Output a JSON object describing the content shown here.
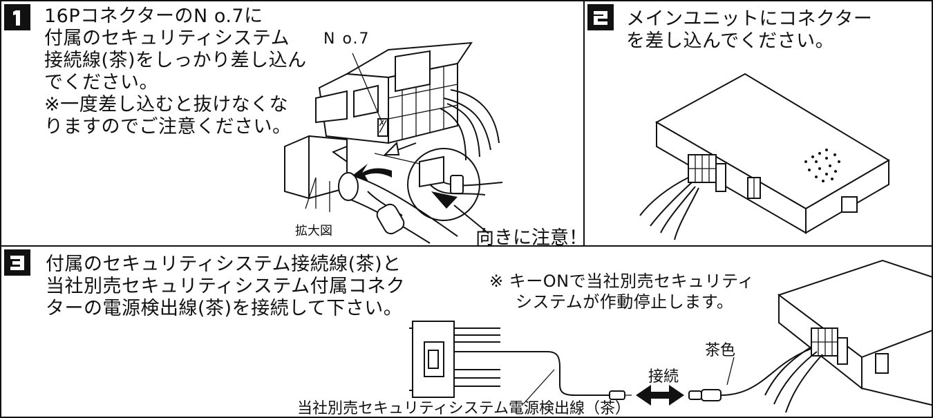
{
  "step1": {
    "number": "1",
    "text_lines": [
      "16PコネクターのN o.7に",
      "付属のセキュリティシステム",
      "接続線(茶)をしっかり差し込ん",
      "でください。",
      "※一度差し込むと抜けなくな",
      "りますのでご注意ください。"
    ],
    "pin_label": "N o.7",
    "zoom_label": "拡大図",
    "caution_label": "向きに注意！"
  },
  "step2": {
    "number": "2",
    "text_lines": [
      "メインユニットにコネクター",
      "を差し込んでください。"
    ]
  },
  "step3": {
    "number": "3",
    "text_lines": [
      "付属のセキュリティシステム接続線(茶)と",
      "当社別売セキュリティシステム付属コネク",
      "ターの電源検出線(茶)を接続して下さい。"
    ],
    "note_lines": [
      "※ キーONで当社別売セキュリティ",
      "システムが作動停止します。"
    ],
    "wire_color_label": "茶色",
    "connect_label": "接続",
    "detection_wire_label": "当社別売セキュリティシステム電源検出線（茶）"
  }
}
